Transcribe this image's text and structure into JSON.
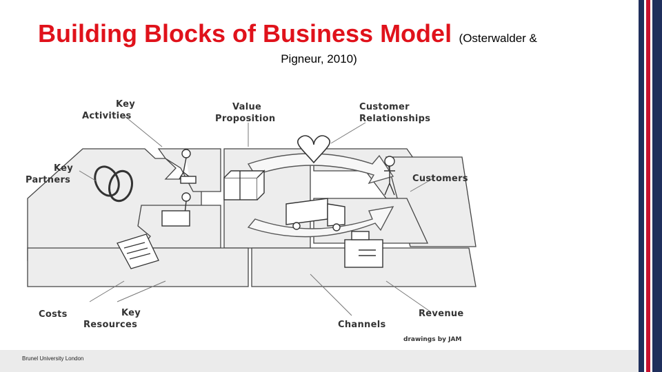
{
  "title": {
    "main": "Building Blocks of Business Model",
    "citation_part1": "(Osterwalder &",
    "citation_part2": "Pigneur, 2010)"
  },
  "canvas": {
    "labels": {
      "key_activities_1": "Key",
      "key_activities_2": "Activities",
      "value_proposition_1": "Value",
      "value_proposition_2": "Proposition",
      "customer_relationships_1": "Customer",
      "customer_relationships_2": "Relationships",
      "key_partners_1": "Key",
      "key_partners_2": "Partners",
      "customers": "Customers",
      "costs": "Costs",
      "key_resources_1": "Key",
      "key_resources_2": "Resources",
      "channels": "Channels",
      "revenue": "Revenue"
    },
    "credit": "drawings by JAM"
  },
  "footer": {
    "organization": "Brunel University London"
  },
  "colors": {
    "title_red": "#e0121b",
    "bar_navy": "#1f2f5c",
    "bar_red": "#c8102e",
    "footer_grey": "#ebebeb"
  }
}
